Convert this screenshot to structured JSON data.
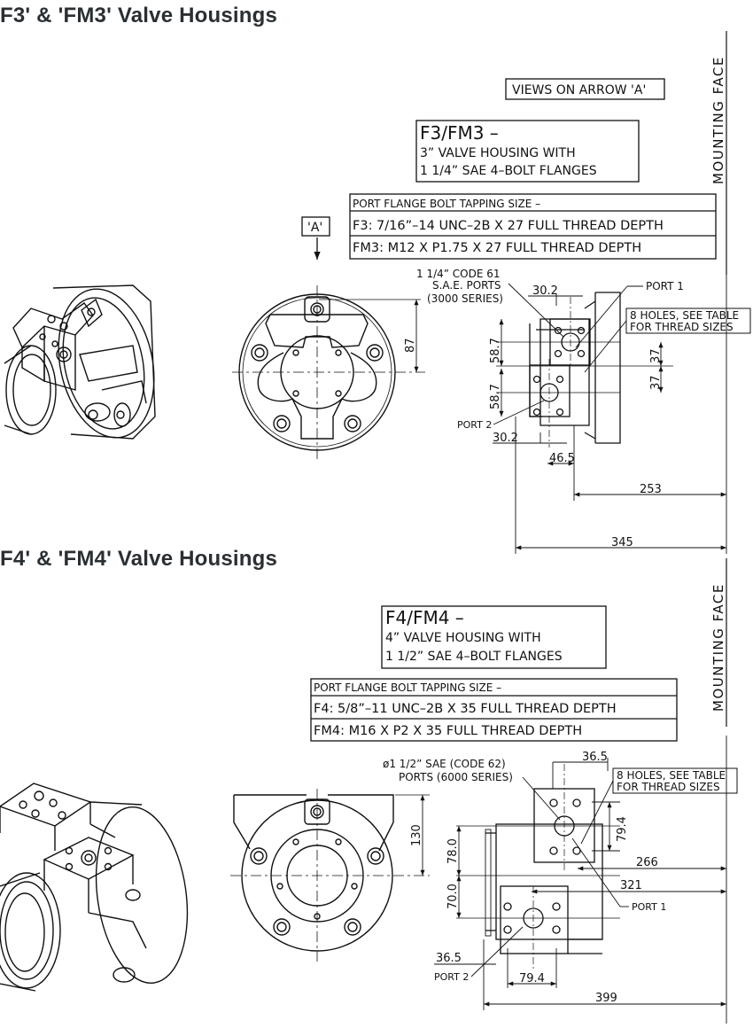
{
  "headings": {
    "section_f3": "F3' & 'FM3' Valve Housings",
    "section_f4": "F4' & 'FM4' Valve Housings"
  },
  "f3": {
    "views_box": "VIEWS ON ARROW 'A'",
    "mounting_face": "MOUNTING FACE",
    "title_box": {
      "line1": "F3/FM3 –",
      "line2": "3” VALVE HOUSING WITH",
      "line3": "1 1/4” SAE 4–BOLT FLANGES"
    },
    "tapping_table": {
      "header": "PORT FLANGE BOLT TAPPING SIZE –",
      "rows": [
        "F3:  7/16”–14  UNC–2B  X  27  FULL  THREAD  DEPTH",
        "FM3:  M12  X  P1.75  X  27  FULL  THREAD  DEPTH"
      ]
    },
    "arrow_label": "'A'",
    "ports_note": [
      "1 1/4” CODE 61",
      "S.A.E. PORTS",
      "(3000 SERIES)"
    ],
    "port1": "PORT 1",
    "port2": "PORT 2",
    "holes_note": [
      "8 HOLES, SEE TABLE",
      "FOR THREAD SIZES"
    ],
    "dims": {
      "d87": "87",
      "d30_2_top": "30.2",
      "d58_7_a": "58.7",
      "d58_7_b": "58.7",
      "d37_a": "37",
      "d37_b": "37",
      "d30_2_bottom": "30.2",
      "d46_5": "46.5",
      "d253": "253",
      "d345": "345"
    }
  },
  "f4": {
    "mounting_face": "MOUNTING FACE",
    "title_box": {
      "line1": "F4/FM4  –",
      "line2": "4”  VALVE HOUSING  WITH",
      "line3": "1 1/2”  SAE  4–BOLT  FLANGES"
    },
    "tapping_table": {
      "header": "PORT FLANGE BOLT TAPPING SIZE –",
      "rows": [
        "F4:  5/8”–11  UNC–2B  X  35  FULL  THREAD  DEPTH",
        "FM4:  M16  X  P2  X  35  FULL  THREAD  DEPTH"
      ]
    },
    "ports_note": [
      "ø1 1/2” SAE (CODE 62)",
      "PORTS (6000 SERIES)"
    ],
    "port1": "PORT 1",
    "port2": "PORT 2",
    "holes_note": [
      "8 HOLES, SEE TABLE",
      "FOR THREAD SIZES"
    ],
    "dims": {
      "d36_5_top": "36.5",
      "d130": "130",
      "d78_0": "78.0",
      "d70_0": "70.0",
      "d79_4_v": "79.4",
      "d266": "266",
      "d321": "321",
      "d36_5_bottom": "36.5",
      "d79_4_h": "79.4",
      "d399": "399"
    }
  }
}
